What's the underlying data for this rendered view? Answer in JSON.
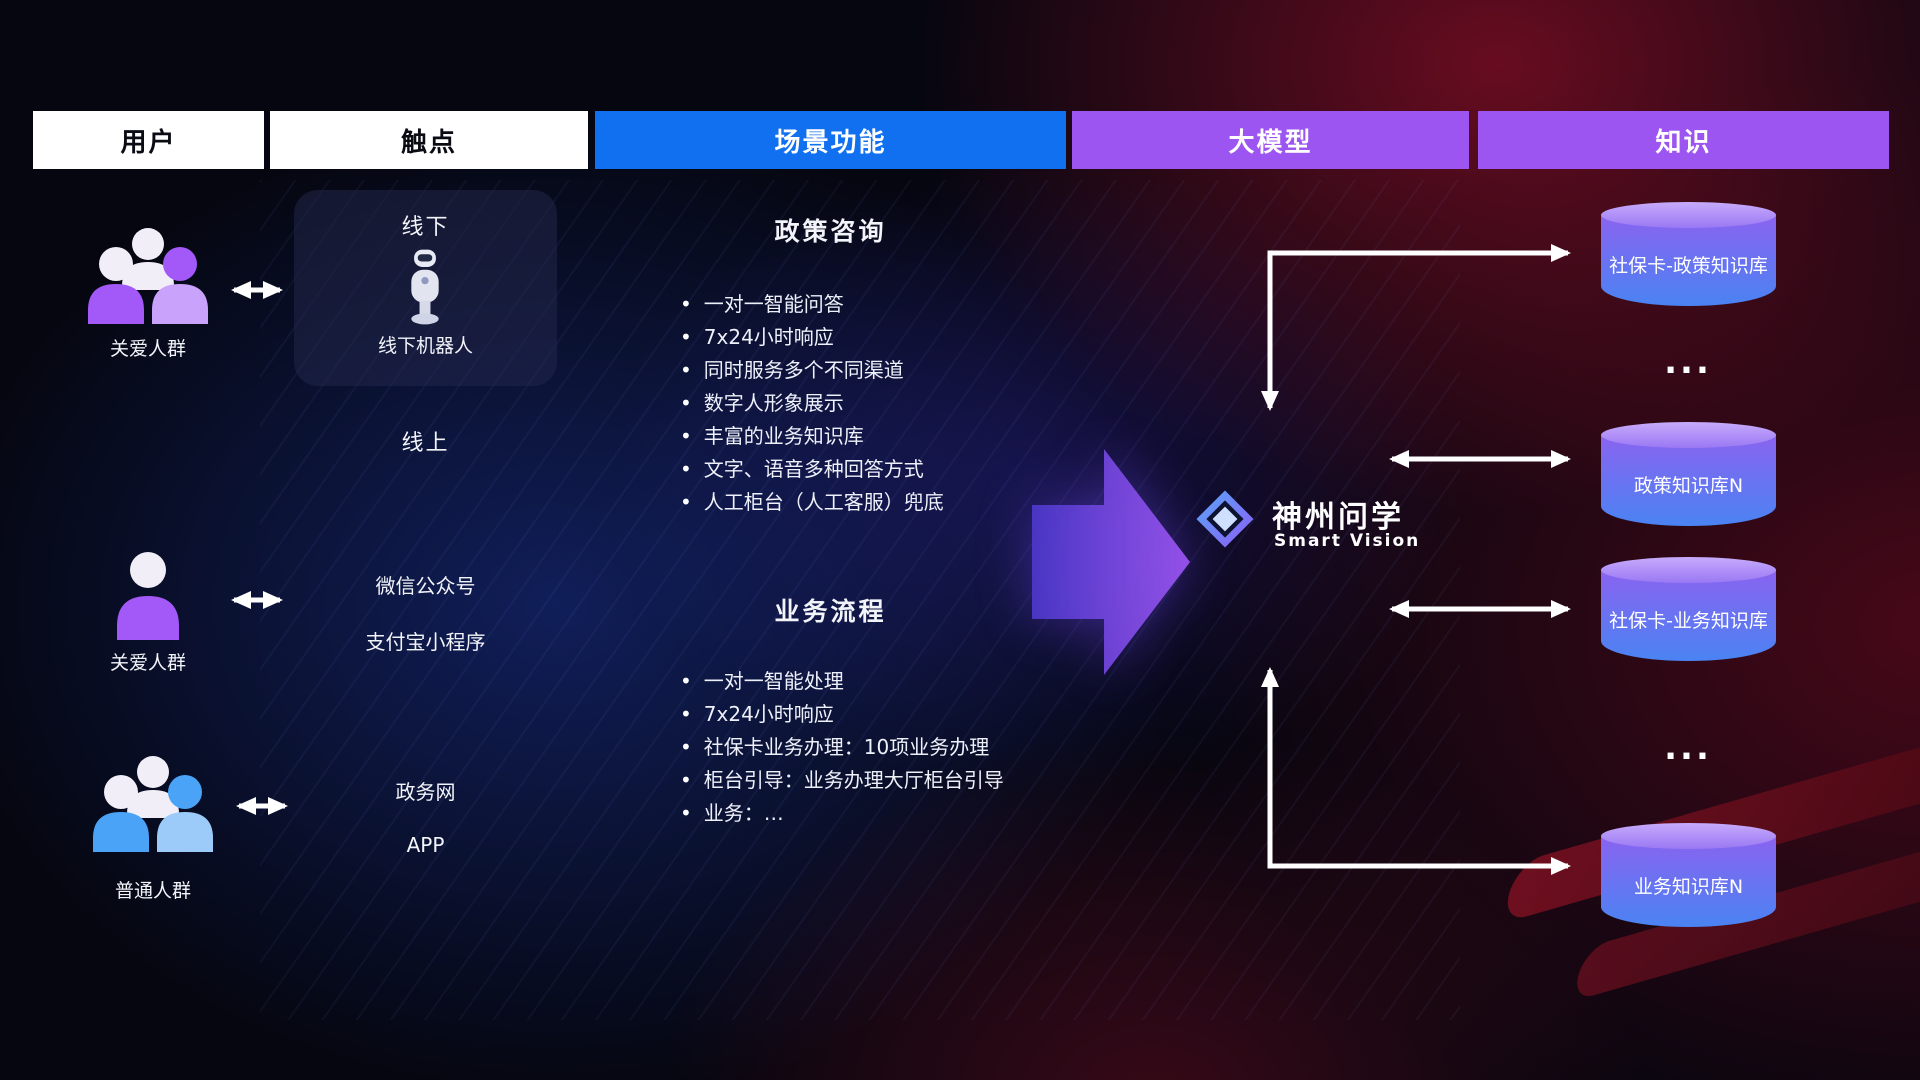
{
  "header": {
    "columns": [
      {
        "label": "用户"
      },
      {
        "label": "触点"
      },
      {
        "label": "场景功能"
      },
      {
        "label": "大模型"
      },
      {
        "label": "知识"
      }
    ]
  },
  "users": [
    {
      "label": "关爱人群",
      "icon": "user-group-icon",
      "color": "#a259f7"
    },
    {
      "label": "关爱人群",
      "icon": "user-icon",
      "color": "#a259f7"
    },
    {
      "label": "普通人群",
      "icon": "user-group-icon",
      "color": "#4aa3f7"
    }
  ],
  "touchpoints": {
    "offline_title": "线下",
    "offline_robot_label": "线下机器人",
    "online_title": "线上",
    "wechat": "微信公众号",
    "alipay": "支付宝小程序",
    "gov_web": "政务网",
    "app": "APP"
  },
  "features": {
    "policy_title": "政策咨询",
    "policy_items": [
      "一对一智能问答",
      "7x24小时响应",
      "同时服务多个不同渠道",
      "数字人形象展示",
      "丰富的业务知识库",
      "文字、语音多种回答方式",
      "人工柜台（人工客服）兜底"
    ],
    "business_title": "业务流程",
    "business_items": [
      "一对一智能处理",
      "7x24小时响应",
      "社保卡业务办理：10项业务办理",
      "柜台引导：业务办理大厅柜台引导",
      "业务：…"
    ]
  },
  "model": {
    "brand_name": "神州问学",
    "brand_subtitle": "Smart Vision"
  },
  "knowledge": {
    "databases": [
      {
        "label": "社保卡-政策知识库"
      },
      {
        "label": "政策知识库N"
      },
      {
        "label": "社保卡-业务知识库"
      },
      {
        "label": "业务知识库N"
      }
    ],
    "ellipsis_top": "...",
    "ellipsis_bottom": "..."
  },
  "colors": {
    "header_blue_bg": "#1170f0",
    "header_purple_bg": "#9d55f2",
    "accent_purple": "#a259f7",
    "accent_blue": "#4aa3f7",
    "db_gradient_top": "#8a63f0",
    "db_gradient_bottom": "#4a83f2",
    "arrow_white": "#ffffff",
    "flow_arrow_gradient_start": "#4c38c8",
    "flow_arrow_gradient_end": "#9b55f0"
  }
}
